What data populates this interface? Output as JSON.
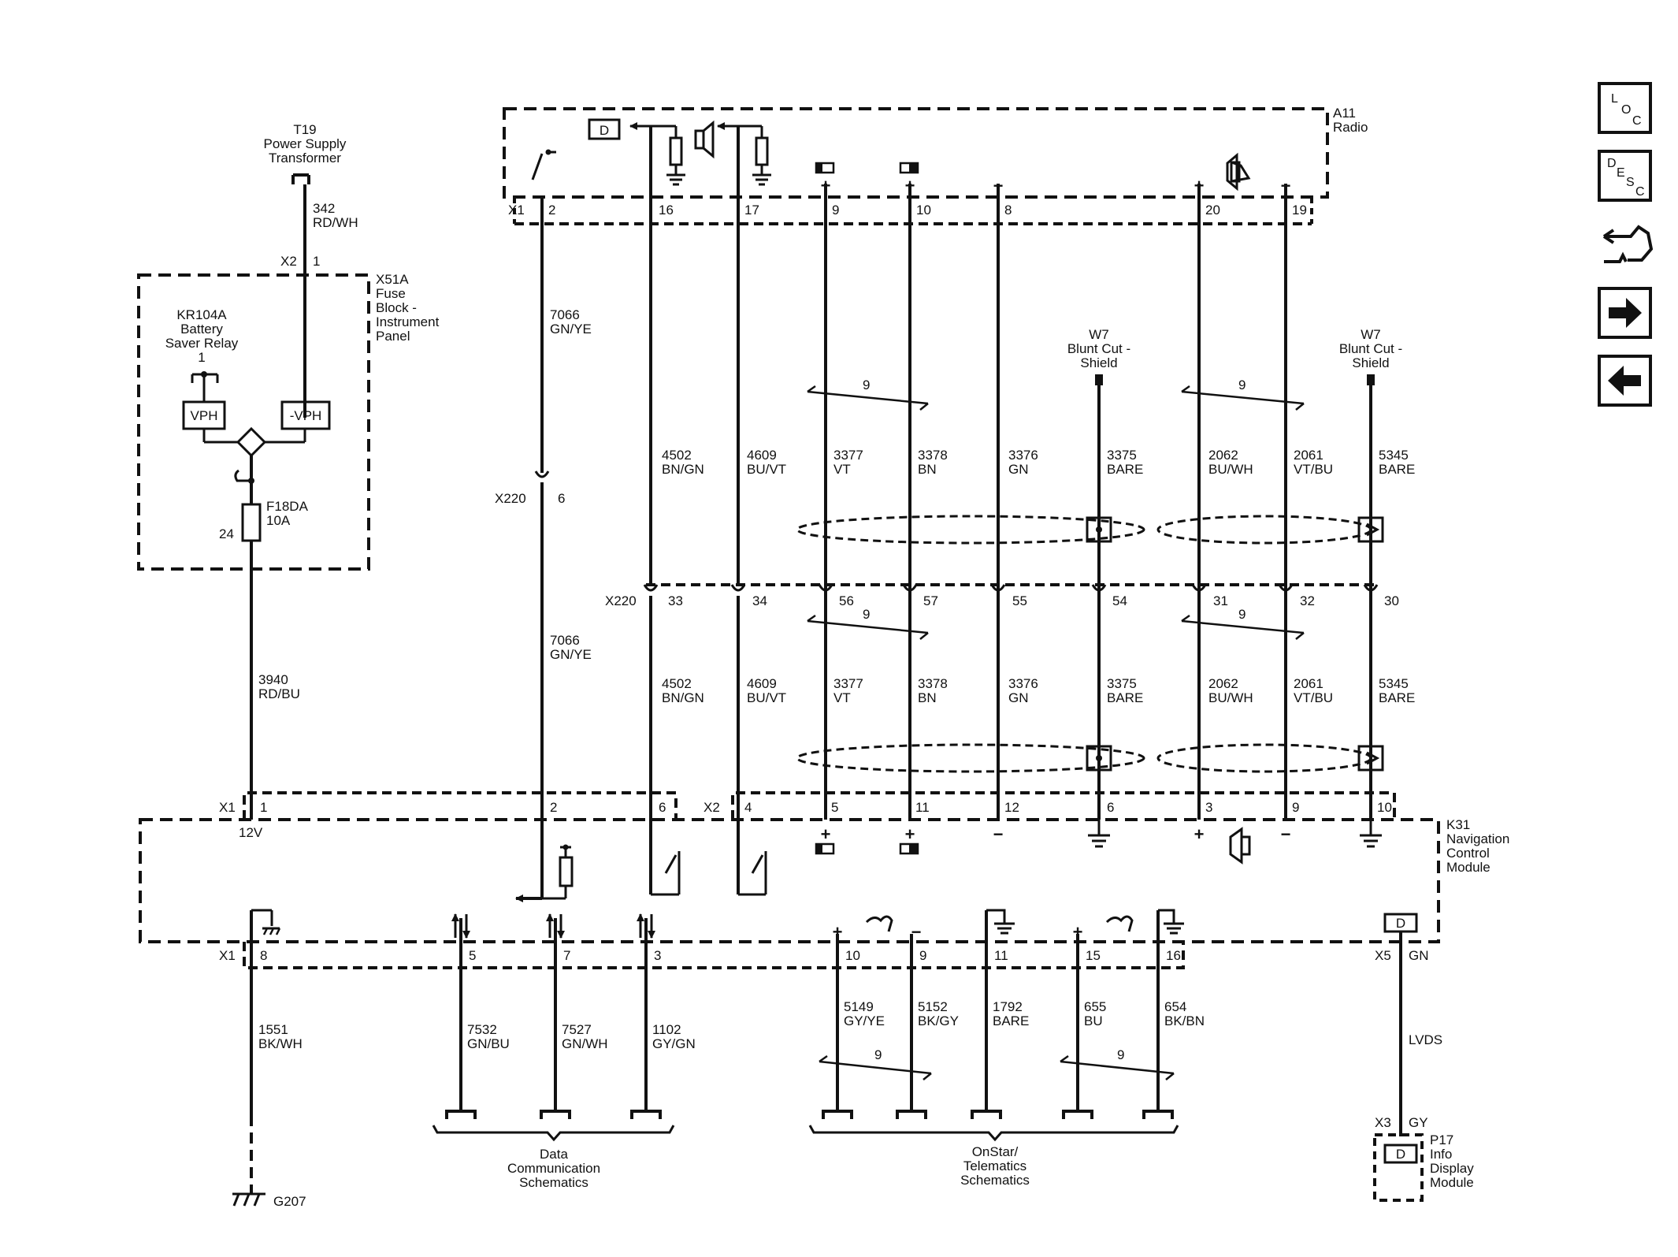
{
  "components": {
    "t19": [
      "T19",
      "Power Supply",
      "Transformer"
    ],
    "x51a": [
      "X51A",
      "Fuse",
      "Block -",
      "Instrument",
      "Panel"
    ],
    "kr104a": [
      "KR104A",
      "Battery",
      "Saver Relay"
    ],
    "kr104a_pin": "1",
    "vph": "VPH",
    "neg_vph": "-VPH",
    "fuse_name": "F18DA",
    "fuse_rating": "10A",
    "fuse_pin": "24",
    "a11": [
      "A11",
      "Radio"
    ],
    "k31": [
      "K31",
      "Navigation",
      "Control",
      "Module"
    ],
    "w7": [
      "W7",
      "Blunt Cut -",
      "Shield"
    ],
    "p17": [
      "P17",
      "Info",
      "Display",
      "Module"
    ],
    "ground": "G207",
    "k31_12v": "12V"
  },
  "connectors": {
    "x1": "X1",
    "x2": "X2",
    "x220": "X220",
    "x5": "X5",
    "x3": "X3",
    "gn": "GN",
    "gy": "GY"
  },
  "pins": {
    "t19_x2": "1",
    "a11_x1": [
      "2",
      "16",
      "17",
      "9",
      "10",
      "8",
      "20",
      "19"
    ],
    "x220_inline_6": "6",
    "x220_row": [
      "33",
      "34",
      "56",
      "57",
      "55",
      "54",
      "31",
      "32",
      "30"
    ],
    "k31_x1_top": [
      "1",
      "2",
      "6"
    ],
    "k31_x2_top": [
      "4",
      "5",
      "11",
      "12",
      "6",
      "3",
      "9",
      "10"
    ],
    "k31_x1_bottom": [
      "8",
      "5",
      "7",
      "3",
      "10",
      "9",
      "11",
      "15",
      "16"
    ]
  },
  "wires": {
    "w342": [
      "342",
      "RD/WH"
    ],
    "w3940": [
      "3940",
      "RD/BU"
    ],
    "w7066": [
      "7066",
      "GN/YE"
    ],
    "w4502": [
      "4502",
      "BN/GN"
    ],
    "w4609": [
      "4609",
      "BU/VT"
    ],
    "w3377": [
      "3377",
      "VT"
    ],
    "w3378": [
      "3378",
      "BN"
    ],
    "w3376": [
      "3376",
      "GN"
    ],
    "w3375": [
      "3375",
      "BARE"
    ],
    "w2062": [
      "2062",
      "BU/WH"
    ],
    "w2061": [
      "2061",
      "VT/BU"
    ],
    "w5345": [
      "5345",
      "BARE"
    ],
    "w1551": [
      "1551",
      "BK/WH"
    ],
    "w7532": [
      "7532",
      "GN/BU"
    ],
    "w7527": [
      "7527",
      "GN/WH"
    ],
    "w1102": [
      "1102",
      "GY/GN"
    ],
    "w5149": [
      "5149",
      "GY/YE"
    ],
    "w5152": [
      "5152",
      "BK/GY"
    ],
    "w1792": [
      "1792",
      "BARE"
    ],
    "w655": [
      "655",
      "BU"
    ],
    "w654": [
      "654",
      "BK/BN"
    ],
    "lvds": "LVDS",
    "twist": "9"
  },
  "destinations": {
    "data_comm": [
      "Data",
      "Communication",
      "Schematics"
    ],
    "onstar": [
      "OnStar/",
      "Telematics",
      "Schematics"
    ]
  },
  "symbols": {
    "display": "D",
    "plus": "+",
    "minus": "−"
  },
  "nav": {
    "loc": [
      "L",
      "O",
      "C"
    ],
    "desc": [
      "D",
      "E",
      "S",
      "C"
    ],
    "icons": [
      "connector-end-view-icon",
      "arrow-right-icon",
      "arrow-left-icon"
    ]
  },
  "colors": {
    "ink": "#111111",
    "background": "#ffffff"
  }
}
